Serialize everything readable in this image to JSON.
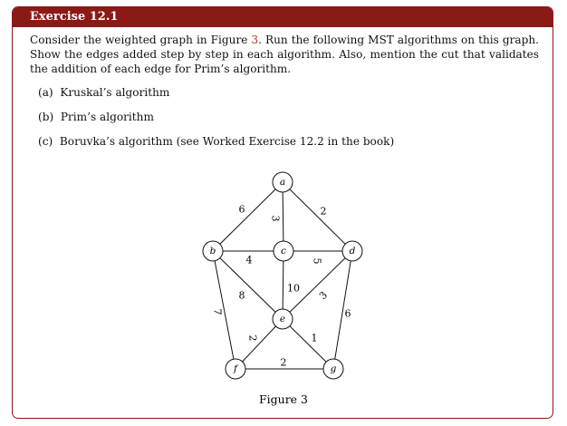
{
  "exercise": {
    "title": "Exercise 12.1",
    "intro_pre": "Consider the weighted graph in Figure ",
    "figure_ref": "3",
    "intro_post": ". Run the following MST algorithms on this graph. Show the edges added step by step in each algorithm. Also, mention the cut that validates the addition of each edge for Prim’s algorithm.",
    "items": [
      {
        "marker": "(a)",
        "text": "Kruskal’s algorithm"
      },
      {
        "marker": "(b)",
        "text": "Prim’s algorithm"
      },
      {
        "marker": "(c)",
        "text": "Boruvka’s algorithm (see Worked Exercise 12.2 in the book)"
      }
    ]
  },
  "figure": {
    "caption": "Figure 3",
    "nodes": [
      {
        "id": "a",
        "label": "a"
      },
      {
        "id": "b",
        "label": "b"
      },
      {
        "id": "c",
        "label": "c"
      },
      {
        "id": "d",
        "label": "d"
      },
      {
        "id": "e",
        "label": "e"
      },
      {
        "id": "f",
        "label": "f"
      },
      {
        "id": "g",
        "label": "g"
      }
    ],
    "edges": [
      {
        "from": "a",
        "to": "b",
        "weight": "6"
      },
      {
        "from": "a",
        "to": "c",
        "weight": "3"
      },
      {
        "from": "a",
        "to": "d",
        "weight": "2"
      },
      {
        "from": "b",
        "to": "c",
        "weight": "4"
      },
      {
        "from": "c",
        "to": "d",
        "weight": "5"
      },
      {
        "from": "b",
        "to": "e",
        "weight": "8"
      },
      {
        "from": "c",
        "to": "e",
        "weight": "10"
      },
      {
        "from": "d",
        "to": "e",
        "weight": "3"
      },
      {
        "from": "b",
        "to": "f",
        "weight": "7"
      },
      {
        "from": "d",
        "to": "g",
        "weight": "6"
      },
      {
        "from": "e",
        "to": "f",
        "weight": "2"
      },
      {
        "from": "e",
        "to": "g",
        "weight": "1"
      },
      {
        "from": "f",
        "to": "g",
        "weight": "2"
      }
    ]
  }
}
